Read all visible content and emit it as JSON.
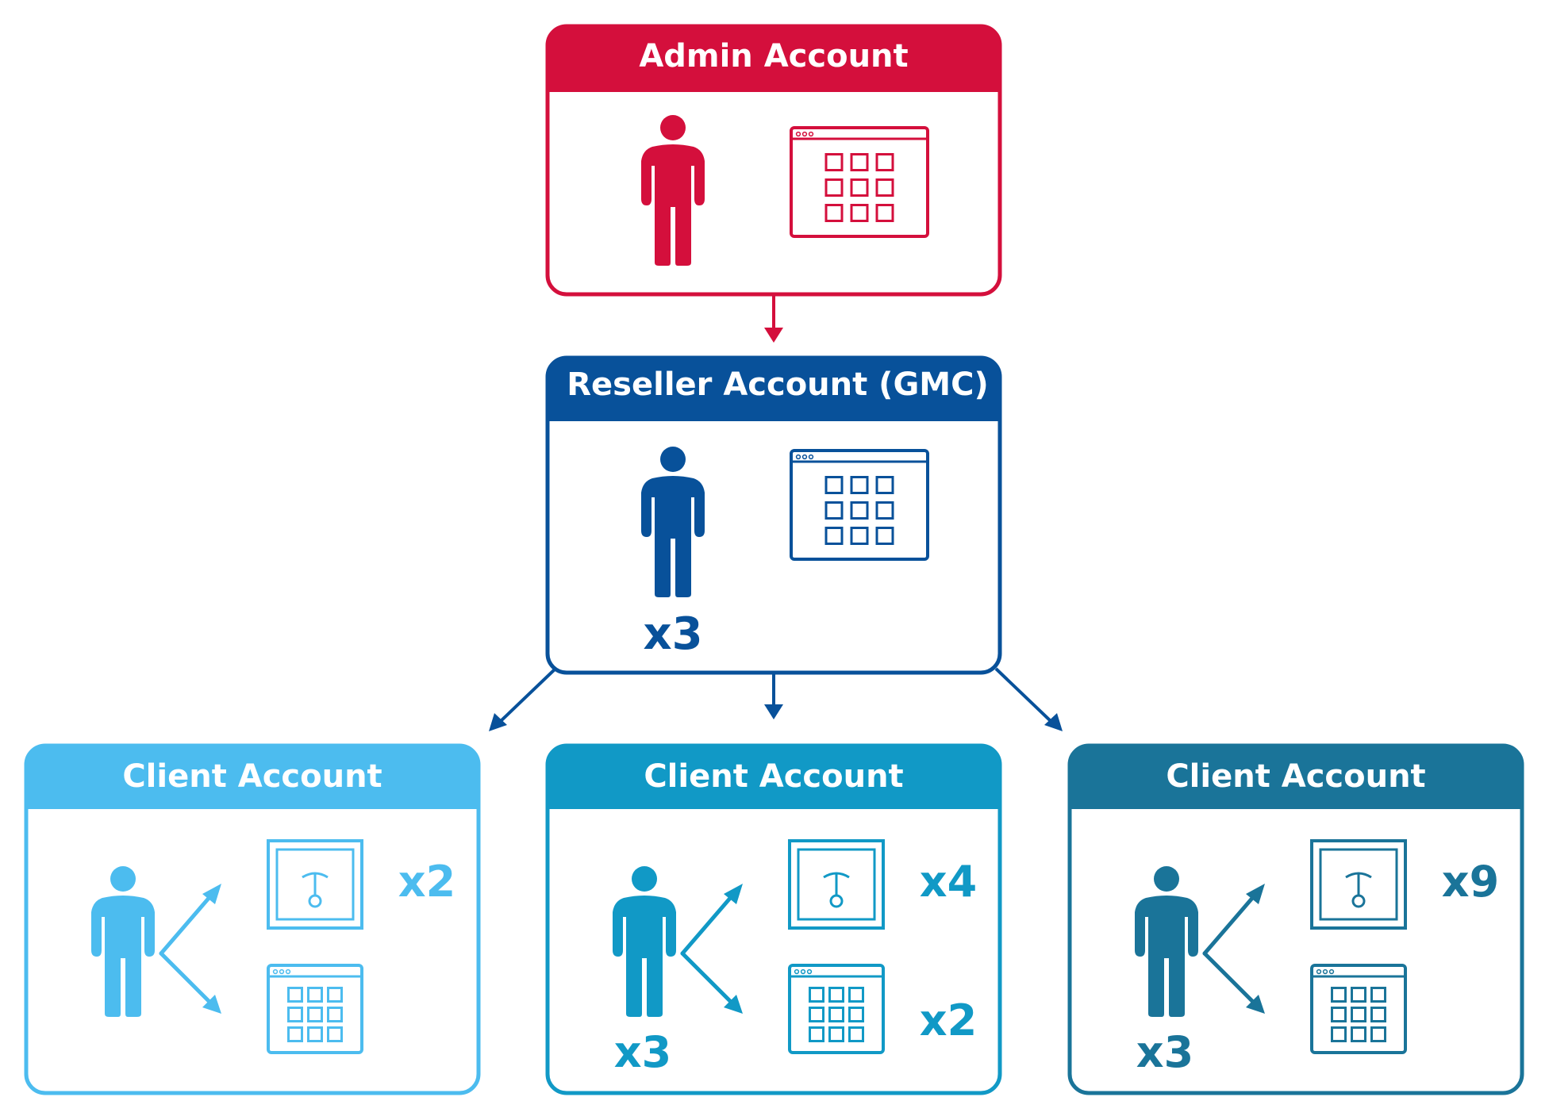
{
  "colors": {
    "admin": "#d40f3c",
    "reseller": "#08519a",
    "client_a": "#4cbcef",
    "client_b": "#1199c6",
    "client_c": "#1a7499"
  },
  "admin": {
    "title": "Admin Account",
    "icons": [
      "person-icon",
      "app-window-icon"
    ]
  },
  "reseller": {
    "title": "Reseller Account (GMC)",
    "users_multiplier": "x3",
    "icons": [
      "person-icon",
      "app-window-icon"
    ]
  },
  "clients": [
    {
      "title": "Client Account",
      "users_multiplier": "",
      "gauge_multiplier": "x2",
      "app_multiplier": "",
      "icons": [
        "person-icon",
        "split-arrows-icon",
        "gauge-window-icon",
        "app-window-icon"
      ]
    },
    {
      "title": "Client Account",
      "users_multiplier": "x3",
      "gauge_multiplier": "x4",
      "app_multiplier": "x2",
      "icons": [
        "person-icon",
        "split-arrows-icon",
        "gauge-window-icon",
        "app-window-icon"
      ]
    },
    {
      "title": "Client Account",
      "users_multiplier": "x3",
      "gauge_multiplier": "x9",
      "app_multiplier": "",
      "icons": [
        "person-icon",
        "split-arrows-icon",
        "gauge-window-icon",
        "app-window-icon"
      ]
    }
  ]
}
